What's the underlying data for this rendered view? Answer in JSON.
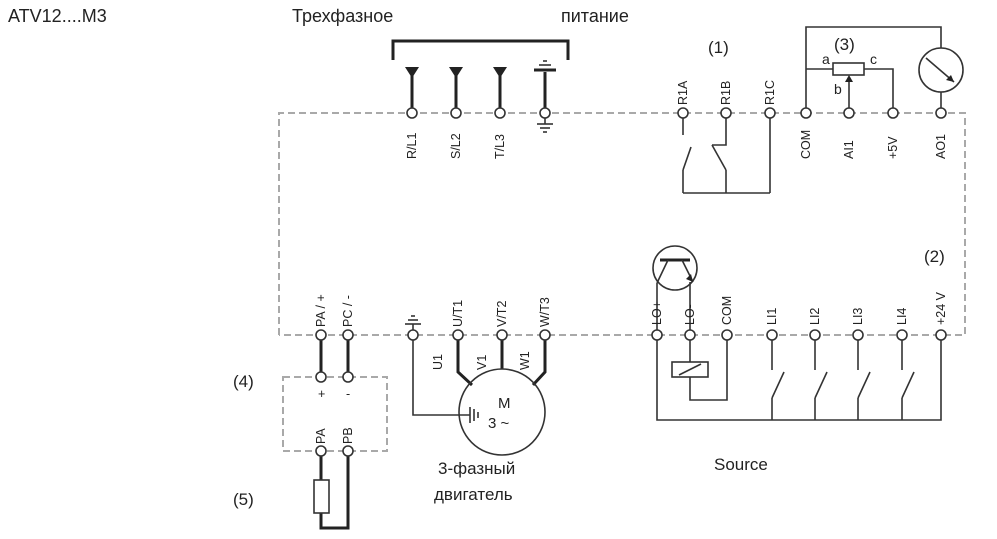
{
  "diagram": {
    "model_label": "ATV12....M3",
    "heading_left": "Трехфазное",
    "heading_right": "питание",
    "notes": {
      "relay": "(1)",
      "supply_24v": "(2)",
      "potentiometer": "(3)",
      "braking_module": "(4)",
      "braking_resistor": "(5)"
    },
    "potentiometer_pins": [
      "a",
      "b",
      "c"
    ],
    "power_input_terminals": [
      "R/L1",
      "S/L2",
      "T/L3",
      "earth"
    ],
    "relay_terminals": [
      "R1A",
      "R1B",
      "R1C"
    ],
    "analog_terminals": [
      "COM",
      "AI1",
      "+5V",
      "AO1"
    ],
    "dc_bus_terminals": [
      "PA / +",
      "PC / -"
    ],
    "braking_module_top": [
      "+",
      "-"
    ],
    "braking_module_bottom": [
      "PA",
      "PB"
    ],
    "motor_terminals": [
      "earth",
      "U/T1",
      "V/T2",
      "W/T3"
    ],
    "motor_wires": [
      "U1",
      "V1",
      "W1"
    ],
    "motor_symbol": {
      "letter": "M",
      "phases": "3 ~"
    },
    "motor_caption_line1": "3-фазный",
    "motor_caption_line2": "двигатель",
    "logic_terminals": [
      "LO+",
      "LO-",
      "COM",
      "LI1",
      "LI2",
      "LI3",
      "LI4",
      "+24 V"
    ],
    "logic_caption": "Source"
  }
}
